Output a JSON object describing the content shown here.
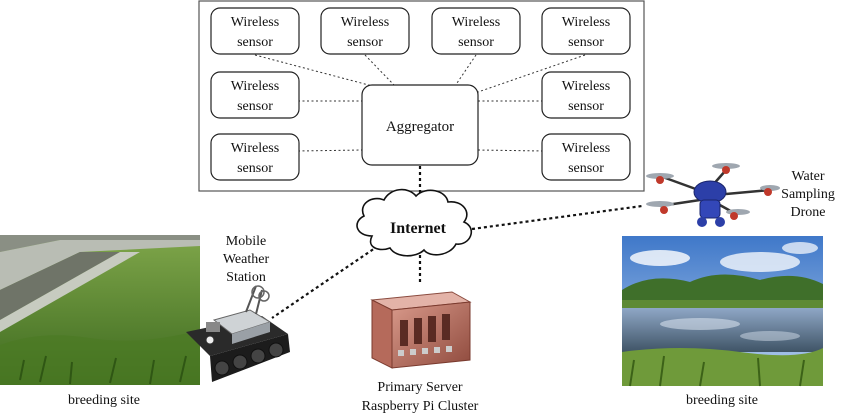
{
  "sensor_network": {
    "sensors": [
      {
        "line1": "Wireless",
        "line2": "sensor"
      },
      {
        "line1": "Wireless",
        "line2": "sensor"
      },
      {
        "line1": "Wireless",
        "line2": "sensor"
      },
      {
        "line1": "Wireless",
        "line2": "sensor"
      },
      {
        "line1": "Wireless",
        "line2": "sensor"
      },
      {
        "line1": "Wireless",
        "line2": "sensor"
      },
      {
        "line1": "Wireless",
        "line2": "sensor"
      },
      {
        "line1": "Wireless",
        "line2": "sensor"
      }
    ],
    "aggregator": "Aggregator"
  },
  "internet": "Internet",
  "mobile_station": {
    "line1": "Mobile",
    "line2": "Weather",
    "line3": "Station"
  },
  "drone": {
    "line1": "Water",
    "line2": "Sampling",
    "line3": "Drone"
  },
  "server": {
    "line1": "Primary Server",
    "line2": "Raspberry Pi Cluster"
  },
  "left_site": "breeding site",
  "right_site": "breeding site"
}
